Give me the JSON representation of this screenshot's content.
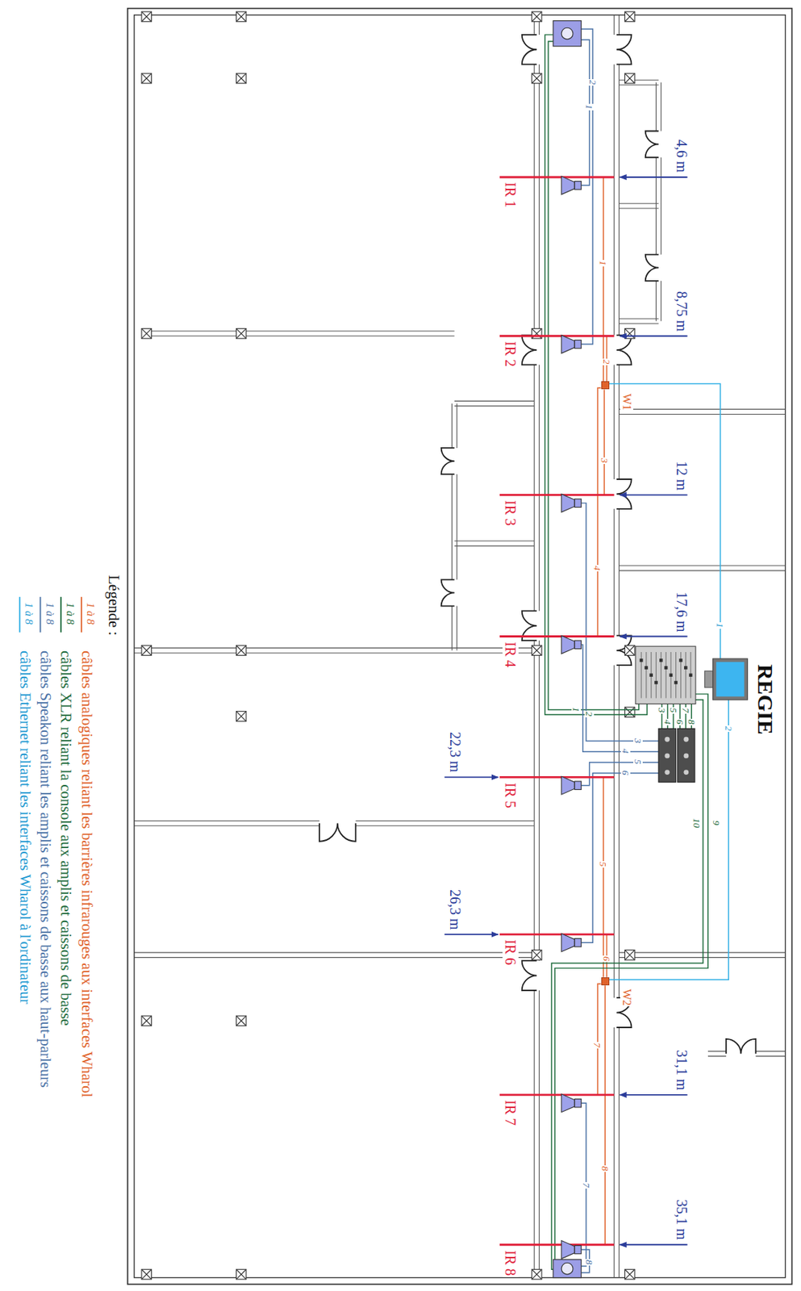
{
  "diagram": {
    "nodes": [
      {
        "text": [
          "W1"
        ]
      },
      {
        "text": [
          "W2"
        ]
      }
    ],
    "labels": [
      "REGIE",
      "4,6 m",
      "8,75 m",
      "12 m",
      "17,6 m",
      "22,3 m",
      "26,3 m",
      "31,1 m",
      "35,1 m",
      "IR 1",
      "IR 2",
      "IR 3",
      "IR 4",
      "IR 5",
      "IR 6",
      "IR 7",
      "IR 8",
      "2",
      "1",
      "1",
      "2",
      "3",
      "4",
      "5",
      "6",
      "7",
      "8",
      "1",
      "2",
      "1",
      "2",
      "3",
      "4",
      "5",
      "6",
      "7",
      "8",
      "9",
      "10",
      "3",
      "4",
      "5",
      "6",
      "8",
      "7",
      "Légende :",
      "1 à 8",
      "1 à 8",
      "1 à 8",
      "1 à 8"
    ],
    "legend": [
      {
        "text": "câbles analogiques reliant les barrières infrarouges aux interfaces Wharol"
      },
      {
        "text": "câbles XLR reliant la console aux amplis et caissons de basse"
      },
      {
        "text": "câbles Speakon reliant les amplis et caissons de basse aux haut-parleurs"
      },
      {
        "text": "câbles Ethernet reliant les interfaces Wharol à l'ordinateur"
      }
    ]
  }
}
